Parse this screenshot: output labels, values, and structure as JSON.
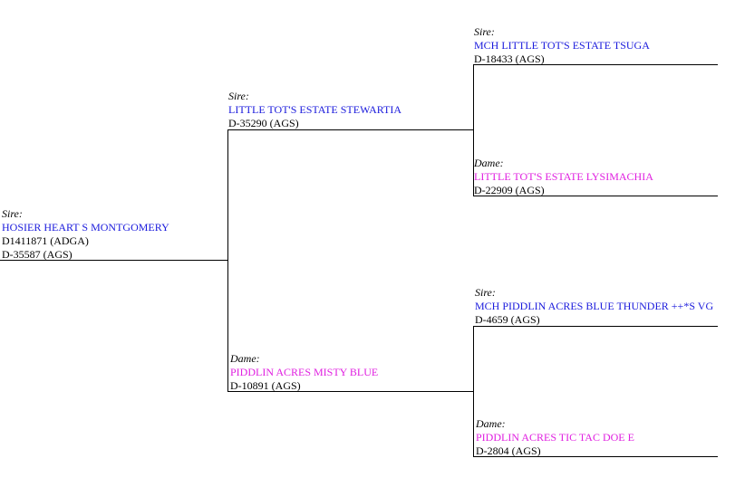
{
  "colors": {
    "sire_name": "#1a1adc",
    "dame_name": "#e020e0",
    "line": "#000000"
  },
  "pedigree": {
    "subject": {
      "role": "Sire:",
      "name": "HOSIER HEART S MONTGOMERY",
      "reg1": "D1411871 (ADGA)",
      "reg2": "D-35587 (AGS)"
    },
    "sire": {
      "role": "Sire:",
      "name": "LITTLE TOT'S ESTATE STEWARTIA",
      "reg": "D-35290   (AGS)"
    },
    "dam": {
      "role": "Dame:",
      "name": "PIDDLIN ACRES MISTY BLUE",
      "reg": "D-10891   (AGS)"
    },
    "sire_sire": {
      "role": "Sire:",
      "name": "MCH LITTLE TOT'S ESTATE TSUGA",
      "reg": "D-18433   (AGS)"
    },
    "sire_dam": {
      "role": "Dame:",
      "name": "LITTLE TOT'S ESTATE LYSIMACHIA",
      "reg": "D-22909   (AGS)"
    },
    "dam_sire": {
      "role": "Sire:",
      "name": "MCH PIDDLIN ACRES BLUE THUNDER ++*S VG",
      "reg": "D-4659   (AGS)"
    },
    "dam_dam": {
      "role": "Dame:",
      "name": "PIDDLIN ACRES TIC TAC DOE E",
      "reg": "D-2804   (AGS)"
    }
  }
}
